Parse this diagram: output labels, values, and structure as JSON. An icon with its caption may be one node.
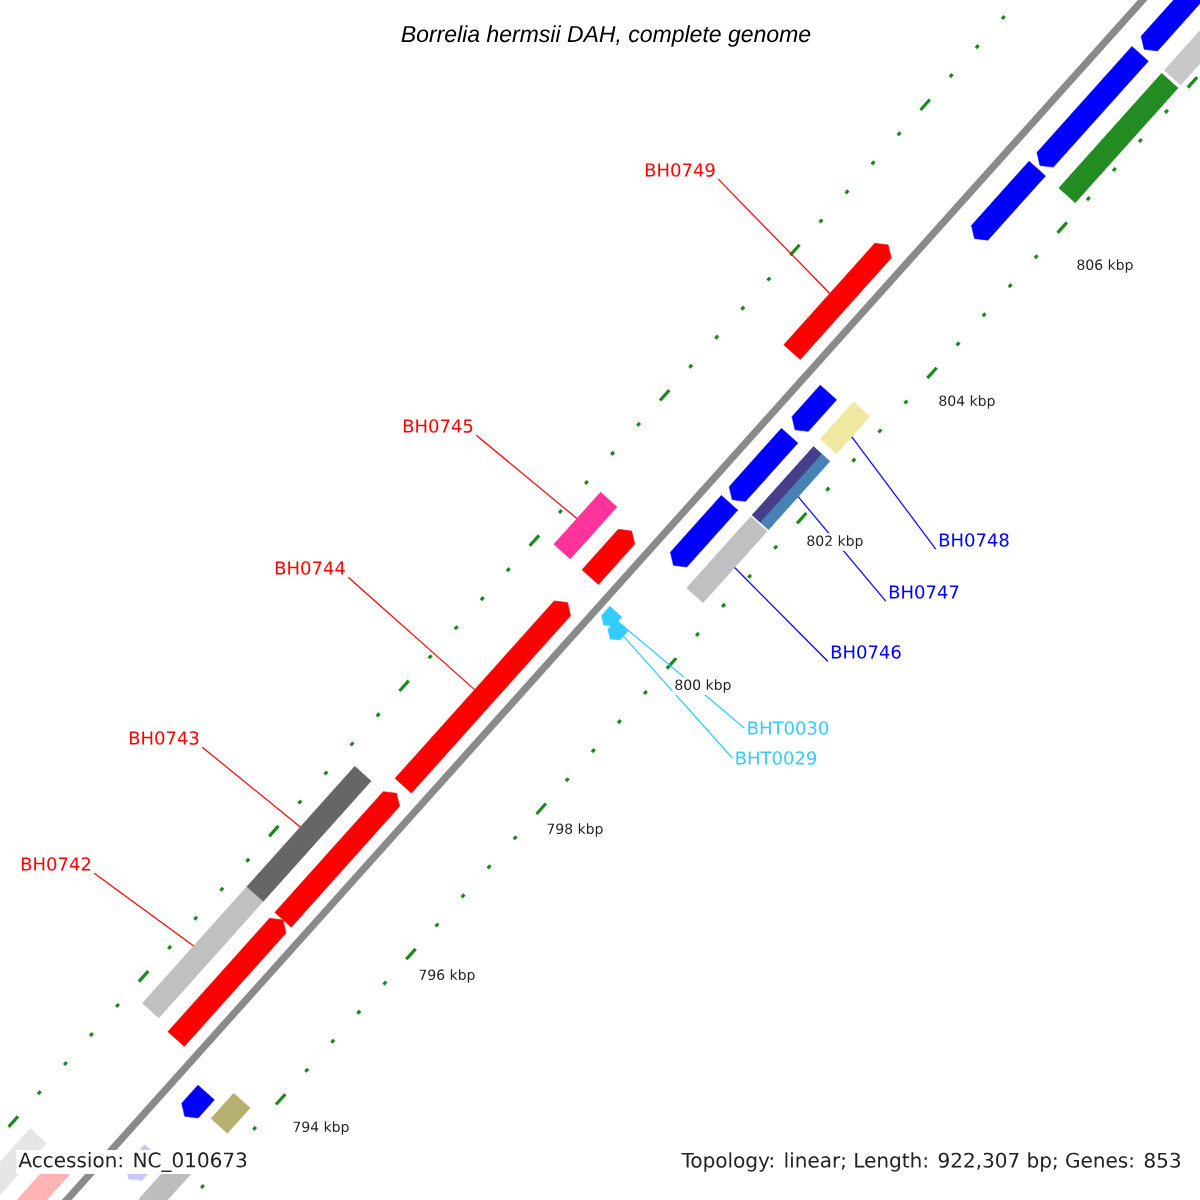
{
  "diagram": {
    "title": "Borrelia hermsii DAH, complete genome",
    "nodes": [
      {
        "text": [
          "BH0749"
        ]
      },
      {
        "text": [],
        "shape": "bar"
      },
      {
        "text": [
          "BH0745"
        ]
      },
      {
        "text": [],
        "shape": "box"
      },
      {
        "text": [
          "BH0744"
        ]
      },
      {
        "text": [],
        "shape": "bar"
      },
      {
        "text": [
          "BH0743"
        ]
      },
      {
        "text": [],
        "shape": "box"
      },
      {
        "text": [
          "BH0742"
        ]
      },
      {
        "text": [],
        "shape": "box"
      },
      {
        "text": [
          "BH0748"
        ]
      },
      {
        "text": [],
        "shape": "box"
      },
      {
        "text": [
          "BH0747"
        ]
      },
      {
        "text": [],
        "shape": "box"
      },
      {
        "text": [
          "BH0746"
        ]
      },
      {
        "text": [],
        "shape": "box"
      },
      {
        "text": [
          "BHT0030"
        ]
      },
      {
        "text": [],
        "shape": "bar"
      },
      {
        "text": [
          "BHT0029"
        ]
      },
      {
        "text": [],
        "shape": "bar"
      },
      {
        "text": [],
        "shape": "bar"
      }
    ],
    "edges": [
      {
        "from": 0,
        "to": 1,
        "arrow": "none"
      },
      {
        "from": 2,
        "to": 3,
        "arrow": "none"
      },
      {
        "from": 4,
        "to": 5,
        "arrow": "none"
      },
      {
        "from": 6,
        "to": 7,
        "arrow": "none"
      },
      {
        "from": 8,
        "to": 9,
        "arrow": "none"
      },
      {
        "from": 10,
        "to": 11,
        "arrow": "none",
        "color": "#0000ff"
      },
      {
        "from": 12,
        "to": 13,
        "arrow": "none",
        "color": "#0000ff"
      },
      {
        "from": 14,
        "to": 15,
        "arrow": "none",
        "color": "#0000ff"
      },
      {
        "from": 16,
        "to": 17,
        "arrow": "none",
        "color": "#33ccff"
      },
      {
        "from": 18,
        "to": 19,
        "arrow": "none",
        "color": "#33ccff"
      }
    ],
    "labels": [
      "794 kbp",
      "796 kbp",
      "798 kbp",
      "800 kbp",
      "802 kbp",
      "804 kbp",
      "806 kbp",
      "Accession: NC_010673",
      "Topology: linear; Length: 922,307 bp; Genes: 853"
    ]
  }
}
